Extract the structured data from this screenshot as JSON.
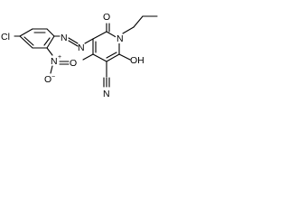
{
  "molecule": {
    "atoms": {
      "chloro": "Cl",
      "nitro_n": "N",
      "nitro_plus": "+",
      "nitro_o_minus": "O",
      "nitro_minus": "−",
      "nitro_o": "O",
      "azo_n1": "N",
      "azo_n2": "N",
      "carbonyl_o": "O",
      "ring_n": "N",
      "hydroxy": "OH",
      "nitrile_n": "N"
    }
  }
}
